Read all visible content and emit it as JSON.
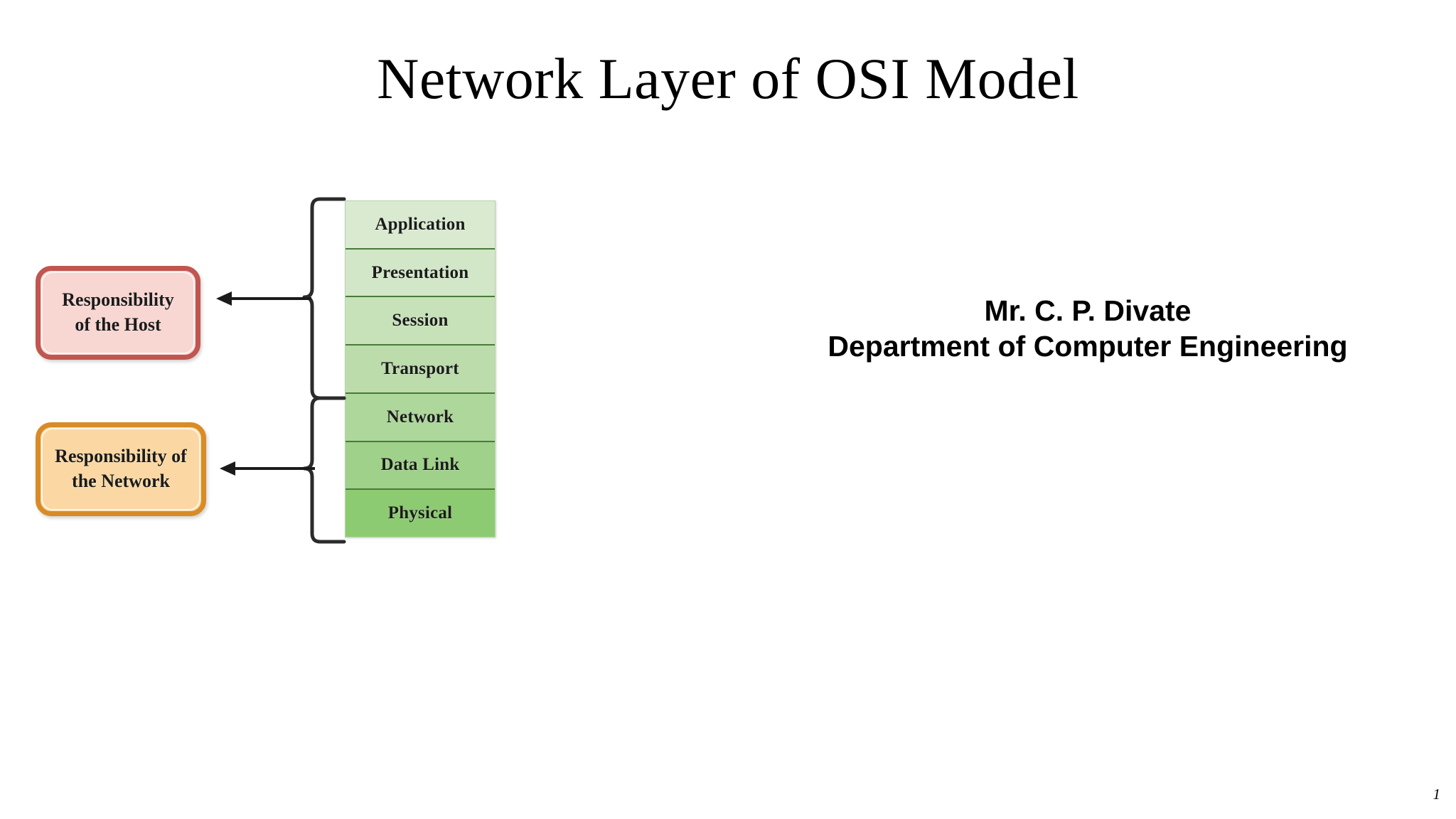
{
  "slide": {
    "title": "Network Layer of OSI Model",
    "page_number": "1",
    "background_color": "#ffffff"
  },
  "diagram": {
    "name": "osi-model-responsibility-diagram",
    "stack": {
      "layers": [
        {
          "label": "Application",
          "fill": "#d9ead1"
        },
        {
          "label": "Presentation",
          "fill": "#d2e7c7"
        },
        {
          "label": "Session",
          "fill": "#c7e2b9"
        },
        {
          "label": "Transport",
          "fill": "#bcdcac"
        },
        {
          "label": "Network",
          "fill": "#aed79b"
        },
        {
          "label": "Data Link",
          "fill": "#9fd18a"
        },
        {
          "label": "Physical",
          "fill": "#8dcb72"
        }
      ],
      "separator_color": "#4a7a3a"
    },
    "groups": [
      {
        "box_label_line1": "Responsibility",
        "box_label_line2": "of the Host",
        "fill": "#f8d6d2",
        "border": "#c0564f",
        "covers": [
          "Application",
          "Presentation",
          "Session",
          "Transport"
        ]
      },
      {
        "box_label_line1": "Responsibility of",
        "box_label_line2": "the Network",
        "fill": "#fbd8a3",
        "border": "#d98b26",
        "covers": [
          "Network",
          "Data Link",
          "Physical"
        ]
      }
    ]
  },
  "credit": {
    "line1": "Mr. C. P. Divate",
    "line2": "Department of Computer Engineering"
  }
}
